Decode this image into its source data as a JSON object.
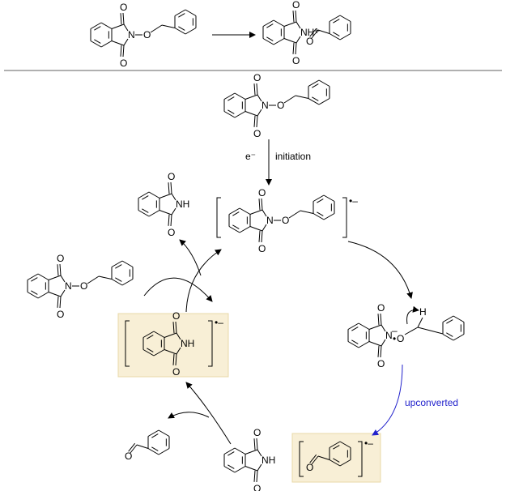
{
  "labels": {
    "electron": "e⁻",
    "initiation": "initiation",
    "upconverted": "upconverted",
    "plus": "+",
    "radical_anion": "•–",
    "anion_charge": "–",
    "radical_dot": "•"
  },
  "atoms": {
    "O": "O",
    "N": "N",
    "NH": "NH",
    "H": "H"
  },
  "colors": {
    "highlight_box": "#f8efd6",
    "highlight_border": "#e8d9a8",
    "upconverted_arrow": "#2222cc",
    "divider": "#b0b0b0"
  }
}
